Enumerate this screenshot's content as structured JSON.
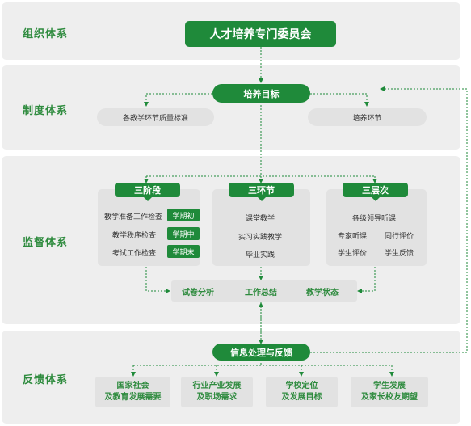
{
  "bands": {
    "org": "组织体系",
    "system": "制度体系",
    "supervision": "监督体系",
    "feedback": "反馈体系"
  },
  "committee": "人才培养专门委员会",
  "system_band": {
    "goal": "培养目标",
    "left": "各教学环节质量标准",
    "right": "培养环节"
  },
  "cards": {
    "stages": {
      "title": "三阶段",
      "rows": [
        {
          "text": "教学准备工作检查",
          "tag": "学期初"
        },
        {
          "text": "教学秩序检查",
          "tag": "学期中"
        },
        {
          "text": "考试工作检查",
          "tag": "学期末"
        }
      ]
    },
    "links": {
      "title": "三环节",
      "items": [
        "课堂教学",
        "实习实践教学",
        "毕业实践"
      ]
    },
    "levels": {
      "title": "三层次",
      "top": "各级领导听课",
      "grid": [
        "专家听课",
        "同行评价",
        "学生评价",
        "学生反馈"
      ]
    }
  },
  "summary_bar": [
    "试卷分析",
    "工作总结",
    "教学状态"
  ],
  "feedback": {
    "hub": "信息处理与反馈",
    "boxes": [
      {
        "line1": "国家社会",
        "line2": "及教育发展需要"
      },
      {
        "line1": "行业产业发展",
        "line2": "及职场需求"
      },
      {
        "line1": "学校定位",
        "line2": "及发展目标"
      },
      {
        "line1": "学生发展",
        "line2": "及家长校友期望"
      }
    ]
  },
  "colors": {
    "green": "#1f8a3a",
    "label_green": "#2e8b3e",
    "band_bg": "#eeeeee",
    "box_bg": "#e2e2e2"
  }
}
